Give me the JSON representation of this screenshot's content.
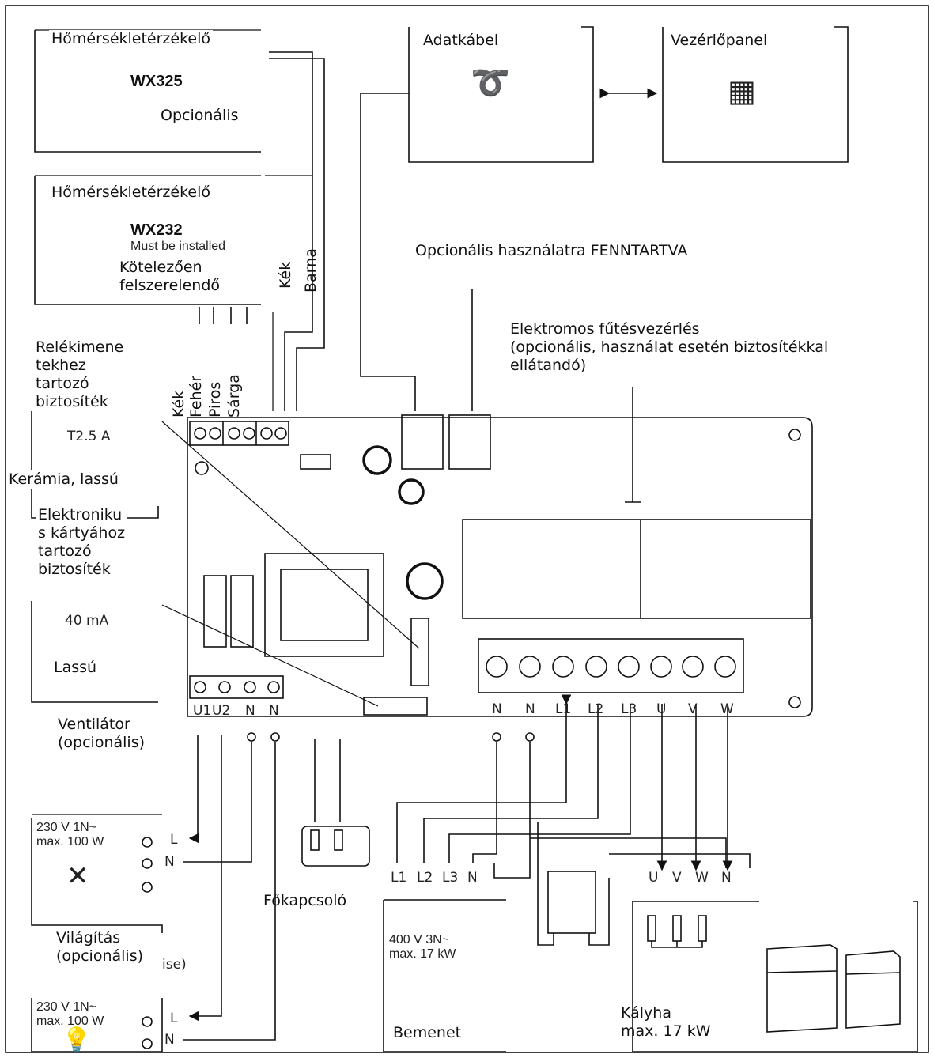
{
  "sensor1": {
    "title": "Hőmérsékletérzékelő",
    "model": "WX325",
    "note": "Opcionális"
  },
  "sensor2": {
    "title": "Hőmérsékletérzékelő",
    "model": "WX232",
    "note_original": "Must be installed",
    "note": "Kötelezően\nfelszerelendő"
  },
  "data_cable": {
    "label": "Adatkábel"
  },
  "control_panel": {
    "label": "Vezérlőpanel"
  },
  "sensor_wires": [
    "Kék",
    "Barna"
  ],
  "reserved": "Opcionális használatra FENNTARTVA",
  "heating_control": "Elektromos fűtésvezérlés\n(opcionális, használat esetén biztosítékkal\nellátandó)",
  "relay_fuse": {
    "label": "Relékimene\ntekhez\ntartozó\nbiztosíték",
    "rating": "T2.5 A",
    "type": "Kerámia, lassú"
  },
  "terminal_wires": [
    "Kék",
    "Fehér",
    "Piros",
    "Sárga"
  ],
  "board_fuse": {
    "label": "Elektroniku\ns kártyához\ntartozó\nbiztosíték",
    "rating": "40 mA",
    "type": "Lassú"
  },
  "low_terminals": [
    "U1",
    "U2",
    "N",
    "N"
  ],
  "main_terminals": [
    "N",
    "N",
    "L1",
    "L2",
    "L3",
    "U",
    "V",
    "W"
  ],
  "fan": {
    "label": "Ventilátor\n(opcionális)",
    "spec": "230 V 1N~\nmax. 100 W"
  },
  "light": {
    "label": "Világítás\n(opcionális)",
    "spec": "230 V 1N~\nmax. 100 W",
    "note_fragment": "ise)"
  },
  "ln_labels": {
    "l": "L",
    "n": "N"
  },
  "main_switch": "Főkapcsoló",
  "input": {
    "terminals": [
      "L1",
      "L2",
      "L3",
      "N"
    ],
    "spec": "400 V 3N~\nmax. 17 kW",
    "label": "Bemenet"
  },
  "heater": {
    "terminals": [
      "U",
      "V",
      "W",
      "N"
    ],
    "label": "Kályha\nmax. 17 kW"
  }
}
